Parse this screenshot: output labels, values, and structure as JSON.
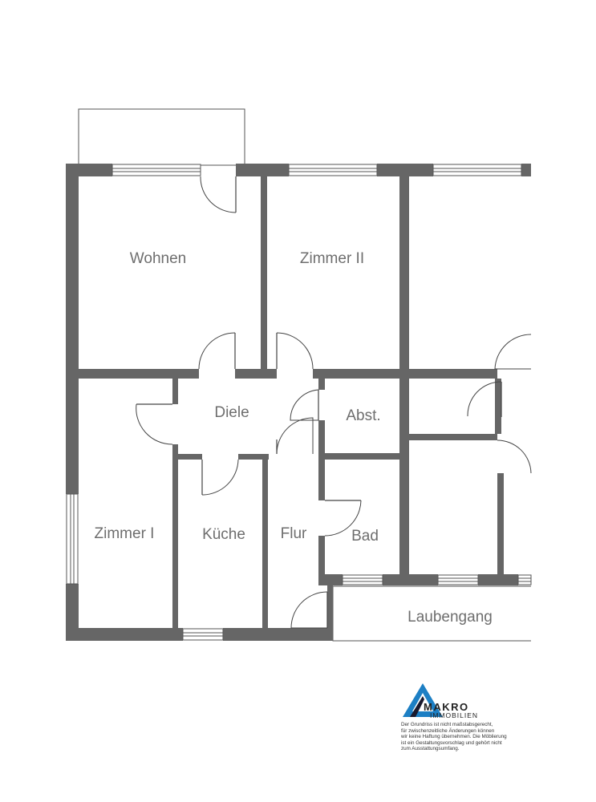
{
  "rooms": {
    "wohnen": "Wohnen",
    "zimmer_ii": "Zimmer II",
    "diele": "Diele",
    "abst": "Abst.",
    "zimmer_i": "Zimmer I",
    "kueche": "Küche",
    "flur": "Flur",
    "bad": "Bad",
    "laubengang": "Laubengang"
  },
  "logo": {
    "brand": "MAKRO",
    "sub": "IMMOBILIEN",
    "colors": {
      "mark_blue": "#1d7fc4",
      "mark_dark": "#1a1a2e"
    }
  },
  "disclaimer": [
    "Der Grundriss ist nicht maßstabsgerecht,",
    "für zwischenzeitliche Änderungen können",
    "wir keine Haftung übernehmen. Die Möblierung",
    "ist ein Gestaltungsvorschlag und gehört nicht",
    "zum Ausstattungsumfang."
  ],
  "colors": {
    "wall": "#666666",
    "background": "#ffffff",
    "label": "#6e6e6e"
  }
}
